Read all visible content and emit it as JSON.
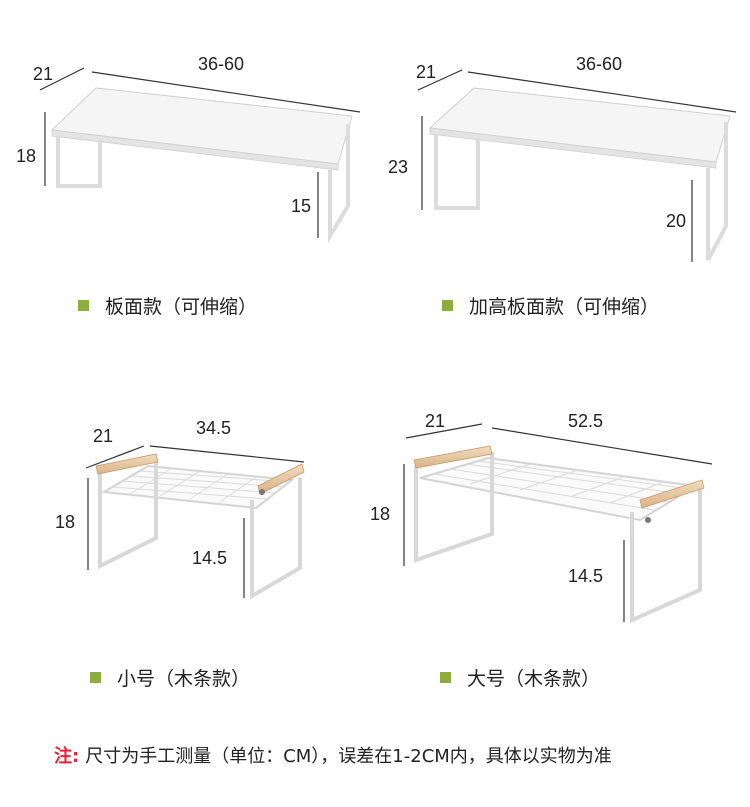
{
  "products": [
    {
      "name": "板面款（可伸缩）",
      "dims": {
        "depth": "21",
        "width": "36-60",
        "height": "18",
        "inner": "15"
      }
    },
    {
      "name": "加高板面款（可伸缩）",
      "dims": {
        "depth": "21",
        "width": "36-60",
        "height": "23",
        "inner": "20"
      }
    },
    {
      "name": "小号（木条款）",
      "dims": {
        "depth": "21",
        "width": "34.5",
        "height": "18",
        "inner": "14.5"
      }
    },
    {
      "name": "大号（木条款）",
      "dims": {
        "depth": "21",
        "width": "52.5",
        "height": "18",
        "inner": "14.5"
      }
    }
  ],
  "note": {
    "lead": "注:",
    "text": "尺寸为手工测量（单位：CM），误差在1-2CM内，具体以实物为准"
  },
  "colors": {
    "bullet": "#8dae3f",
    "note_lead": "#e8233a",
    "wood": "#e8c9a0"
  }
}
